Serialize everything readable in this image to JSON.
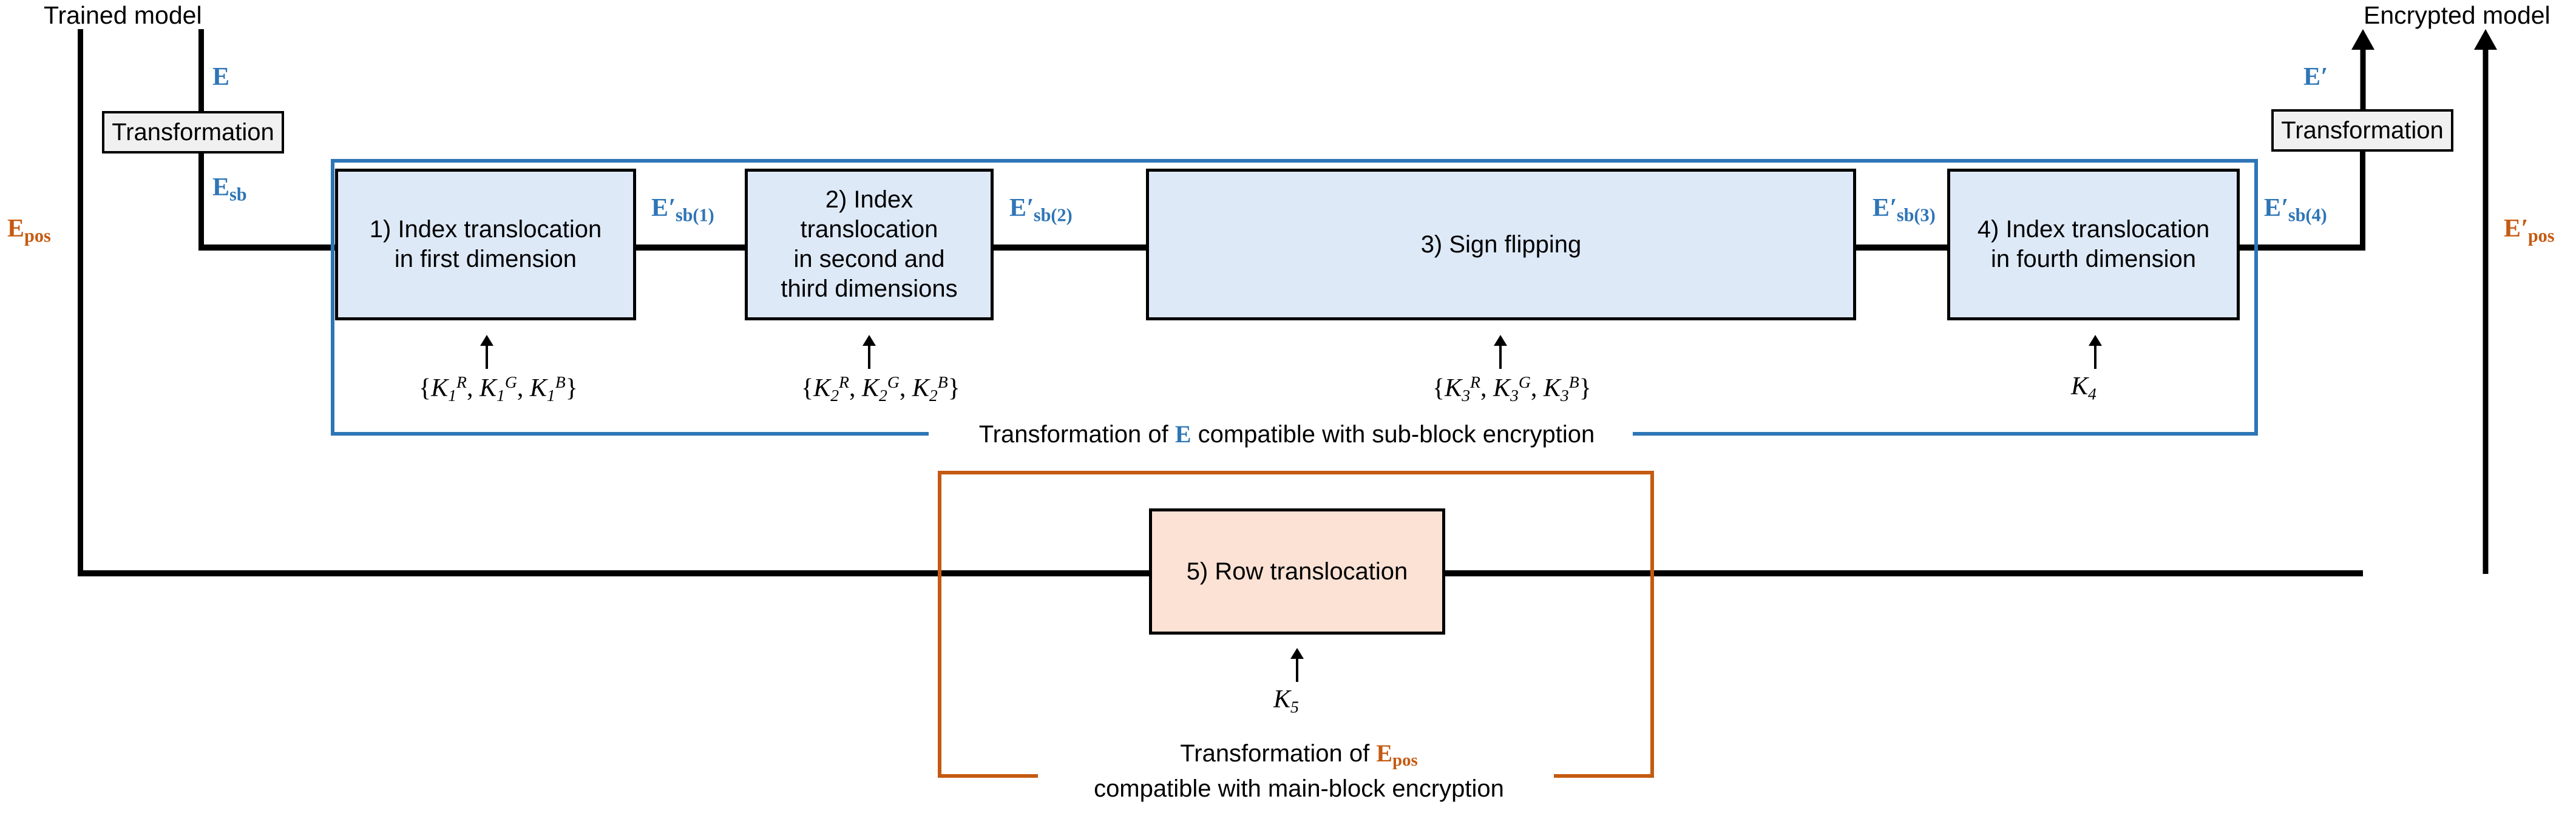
{
  "diagram": {
    "title_left": "Trained model",
    "title_right": "Encrypted model",
    "transform_left_label": "Transformation",
    "transform_right_label": "Transformation",
    "symbols": {
      "e": "E",
      "e_sb": "E",
      "e_sb_sub": "sb",
      "e_prime": "E",
      "e_pos": "E",
      "e_pos_sub": "pos",
      "e_pos_prime": "E",
      "e_sb1": "sb(1)",
      "e_sb2": "sb(2)",
      "e_sb3": "sb(3)",
      "e_sb4": "sb(4)"
    },
    "blocks": [
      {
        "id": "block-1",
        "line1": "1) Index translocation",
        "line2": "in first dimension",
        "line3": "",
        "key": "{K₁ᴿ, K₁ᴳ, K₁ᴮ}"
      },
      {
        "id": "block-2",
        "line1": "2) Index translocation",
        "line2": "in second and",
        "line3": "third dimensions",
        "key": "{K₂ᴿ, K₂ᴳ, K₂ᴮ}"
      },
      {
        "id": "block-3",
        "line1": "3) Sign flipping",
        "line2": "",
        "line3": "",
        "key": "{K₃ᴿ, K₃ᴳ, K₃ᴮ}"
      },
      {
        "id": "block-4",
        "line1": "4) Index translocation",
        "line2": "in fourth dimension",
        "line3": "",
        "key": "K₄"
      }
    ],
    "main_block": {
      "id": "block-5",
      "label": "5) Row translocation",
      "key": "K₅"
    },
    "caption_blue_pre": "Transformation of ",
    "caption_blue_sym": "E",
    "caption_blue_post": " compatible with sub-block encryption",
    "caption_orange_pre": "Transformation of ",
    "caption_orange_sym": "E",
    "caption_orange_sym_sub": "pos",
    "caption_orange_line2": "compatible with main-block encryption",
    "colors": {
      "sub_block_fill": "#DEE9F7",
      "sub_block_bracket": "#2E75B6",
      "main_block_fill": "#FBE2D5",
      "main_block_bracket": "#C55A11",
      "transform_fill": "#F0F0F0",
      "line": "#000000"
    }
  }
}
